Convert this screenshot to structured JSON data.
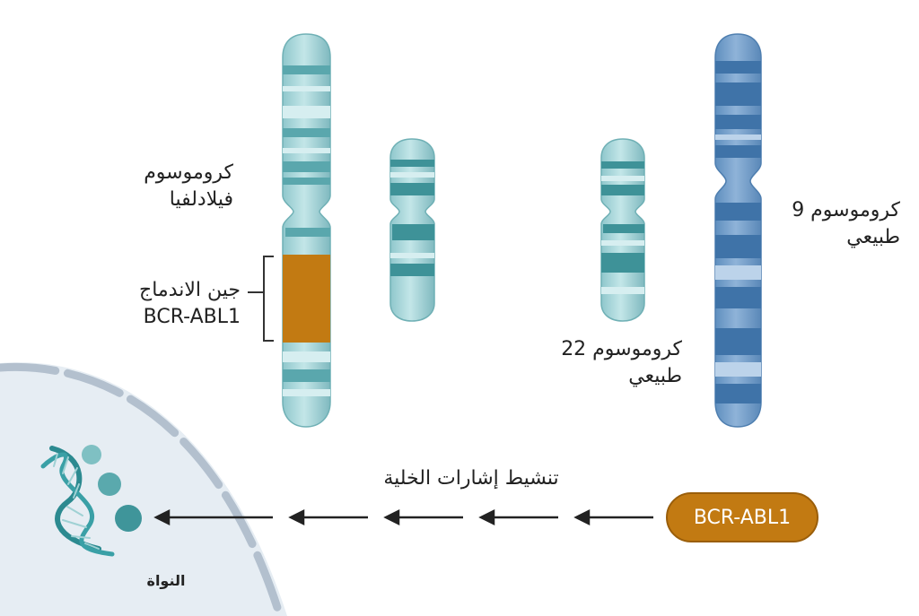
{
  "labels": {
    "philadelphia": [
      "كروموسوم",
      "فيلادلفيا"
    ],
    "fusion_gene": [
      "جين الاندماج",
      "BCR-ABL1"
    ],
    "chr9": [
      "كروموسوم 9",
      "طبيعي"
    ],
    "chr22": [
      "كروموسوم 22",
      "طبيعي"
    ],
    "signaling": "تنشيط إشارات الخلية",
    "nucleus": "النواة",
    "protein": "BCR-ABL1"
  },
  "colors": {
    "teal_light": "#a9d6da",
    "teal_band": "#4f9fa5",
    "blue_light": "#7aa6d0",
    "blue_band": "#3f73a8",
    "fusion": "#c27a12",
    "cell_fill": "#e8eef4",
    "membrane": "#aebccb",
    "dna": "#2c8a90"
  }
}
